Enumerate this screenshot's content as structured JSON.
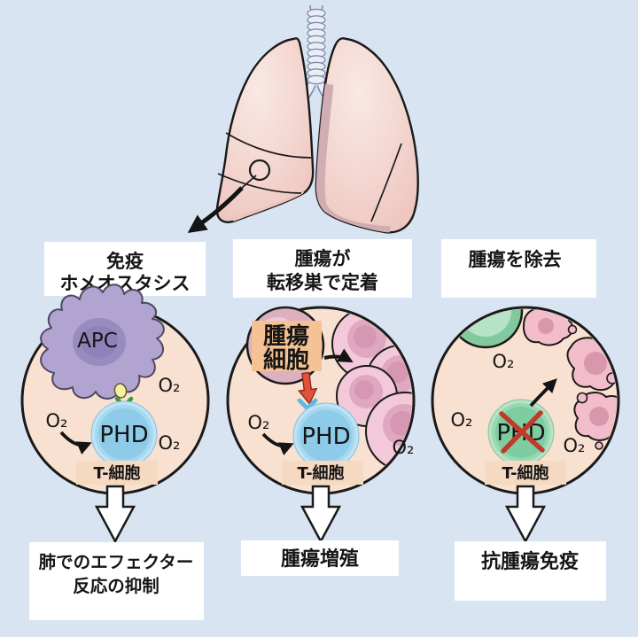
{
  "figure": {
    "top_labels": {
      "box1": {
        "line1": "免疫",
        "line2": "ホメオスタシス"
      },
      "box2": {
        "line1": "腫瘍が",
        "line2": "転移巣で定着"
      },
      "box3": {
        "line1": "腫瘍を除去"
      }
    },
    "panel1": {
      "apc": "APC",
      "phd": "PHD",
      "o2_a": "O₂",
      "o2_b": "O₂",
      "o2_c": "O₂",
      "tcell": "T-細胞"
    },
    "panel2": {
      "tumor_line1": "腫瘍",
      "tumor_line2": "細胞",
      "phd": "PHD",
      "o2_a": "O₂",
      "o2_b": "O₂",
      "tcell": "T-細胞"
    },
    "panel3": {
      "phd": "PHD",
      "o2_a": "O₂",
      "o2_b": "O₂",
      "o2_c": "O₂",
      "tcell": "T-細胞"
    },
    "bottom_labels": {
      "box1": {
        "line1": "肺でのエフェクター",
        "line2": "反応の抑制"
      },
      "box2": {
        "line1": "腫瘍増殖"
      },
      "box3": {
        "line1": "抗腫瘍免疫"
      }
    },
    "palette": {
      "background": "#d9e4f3",
      "cell_fill": "#f9e1d1",
      "cell_strip": "#f5d9c1",
      "phd_blue": "#8dcbe9",
      "phd_green": "#7ecda0",
      "apc_purple": "#b1a4d0",
      "tumor_pink": "#f3c9da",
      "tumor_label_bg": "#f5c295",
      "inhibit_x_red": "#c0392b",
      "lung_pink": "#f4d5cf",
      "outline": "#1a1a1a"
    }
  }
}
